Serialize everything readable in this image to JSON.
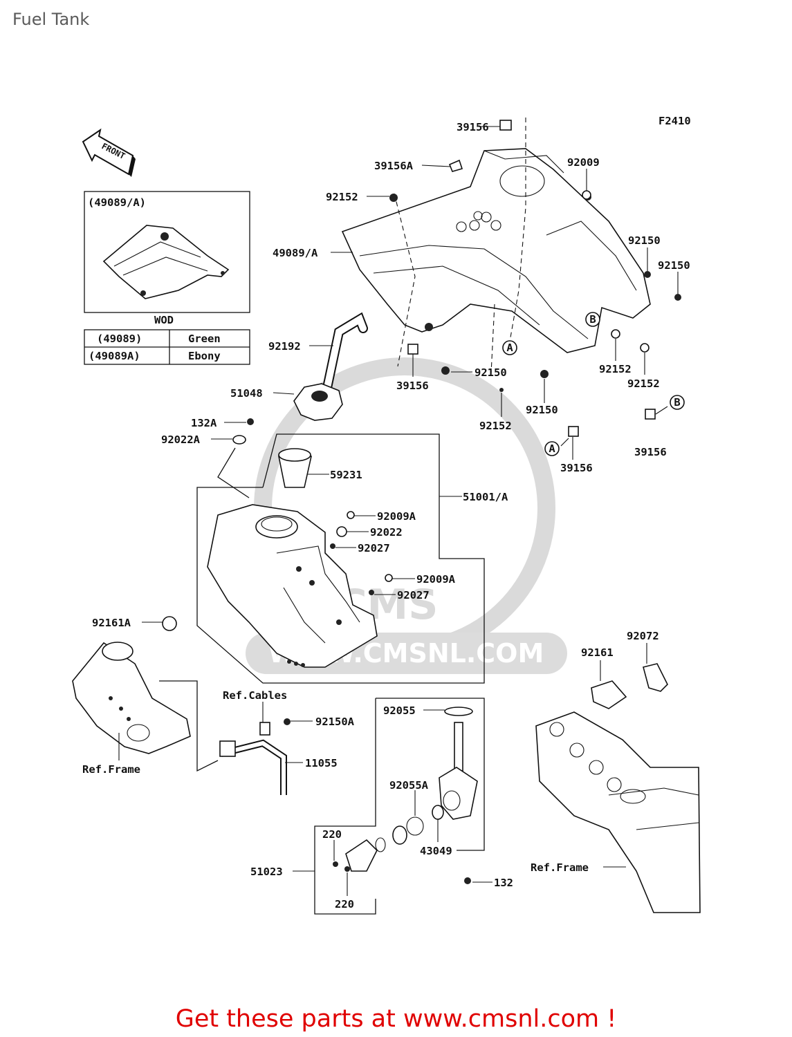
{
  "page_title": "Fuel Tank",
  "figure_code": "F2410",
  "front_label": "FRONT",
  "inset": {
    "label": "(49089/A)",
    "caption": "WOD"
  },
  "color_table": [
    {
      "part": "(49089)",
      "color": "Green"
    },
    {
      "part": "(49089A)",
      "color": "Ebony"
    }
  ],
  "parts": [
    "39156",
    "39156A",
    "92009",
    "92152",
    "49089/A",
    "92150",
    "92150",
    "92192",
    "39156",
    "92150",
    "92152",
    "92152",
    "51048",
    "92150",
    "92152",
    "39156",
    "132A",
    "92022A",
    "39156",
    "59231",
    "51001/A",
    "92009A",
    "92022",
    "92027",
    "92009A",
    "92027",
    "92161A",
    "92072",
    "92161",
    "Ref.Cables",
    "92055",
    "92150A",
    "11055",
    "Ref.Frame",
    "92055A",
    "220",
    "43049",
    "51023",
    "Ref.Frame",
    "132",
    "220"
  ],
  "ref_markers": [
    "A",
    "A",
    "B",
    "B"
  ],
  "watermark": "WWW.CMSNL.COM",
  "footer": "Get these parts at www.cmsnl.com !"
}
